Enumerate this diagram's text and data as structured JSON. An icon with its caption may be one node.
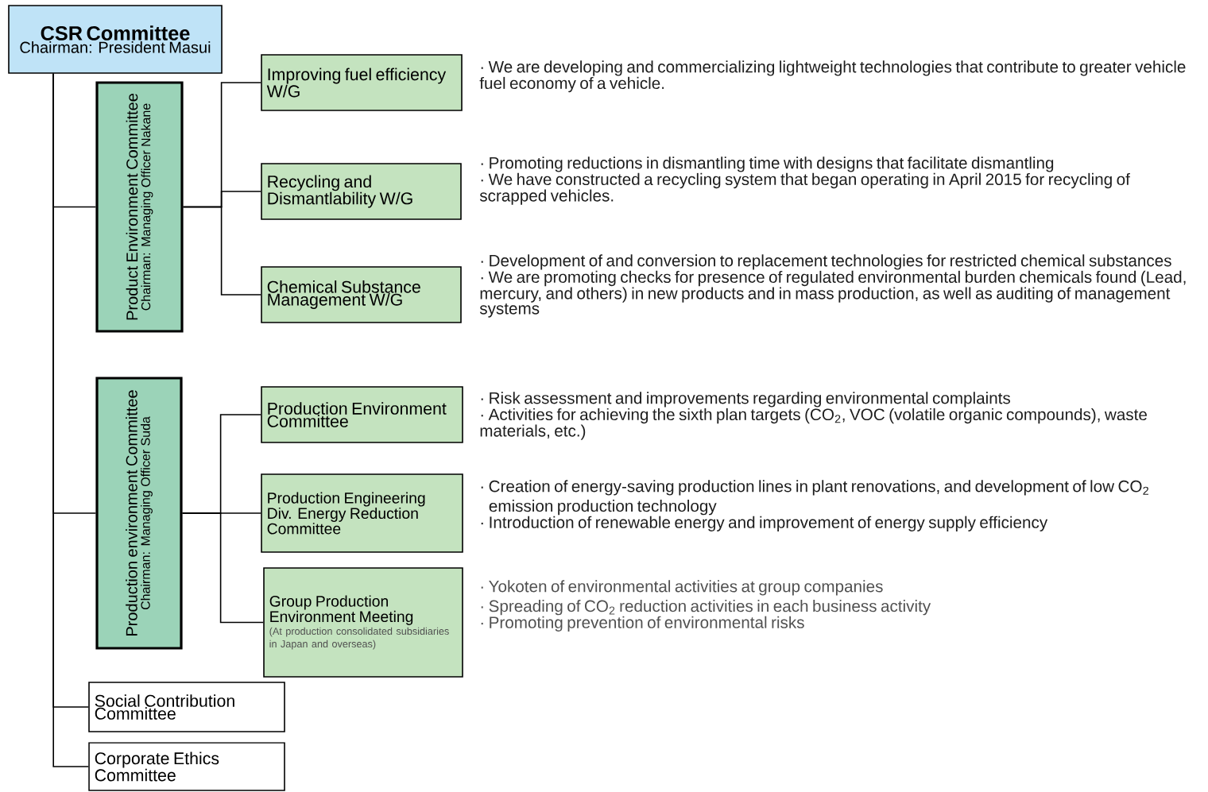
{
  "diagram": {
    "nodes": [
      {
        "text": [
          "CSR Committee",
          "Chairman: President Masui"
        ]
      },
      {
        "text": [
          "Product Environment Committee",
          "Chairman: Managing Officer Nakane"
        ]
      },
      {
        "text": [
          "Improving fuel efficiency W/G"
        ],
        "beside": [
          "· We are developing and commercializing lightweight technologies that contribute to greater vehicle fuel economy of a vehicle."
        ]
      },
      {
        "text": [
          "Recycling and Dismantlability W/G"
        ],
        "beside": [
          "· Promoting reductions in dismantling time with designs that facilitate dismantling",
          "· We have constructed a recycling system that began operating in April 2015 for recycling of scrapped vehicles."
        ]
      },
      {
        "text": [
          "Chemical Substance Management W/G"
        ],
        "beside": [
          "· Development of and conversion to replacement technologies for restricted chemical substances",
          "· We are promoting checks for presence of regulated environmental burden chemicals found (Lead, mercury, and others) in new products and in mass production, as well as auditing of management systems"
        ]
      },
      {
        "text": [
          "Production environment Committee",
          "Chairman: Managing Officer Suda"
        ]
      },
      {
        "text": [
          "Production Environment Committee"
        ],
        "beside": [
          "· Risk assessment and improvements regarding environmental complaints",
          "· Activities for achieving the sixth plan targets (CO$_{2}$, VOC (volatile organic compounds), waste materials, etc.)"
        ]
      },
      {
        "text": [
          "Production Engineering Div. Energy Reduction Committee"
        ],
        "beside": [
          "· Creation of energy-saving production lines in plant renovations, and development of low CO$_{2}$ emission production technology",
          "· Introduction of renewable energy and improvement of energy supply efficiency"
        ]
      },
      {
        "text": [
          "Group Production Environment Meeting",
          "(At production consolidated subsidiaries in Japan and overseas)"
        ],
        "beside": [
          "· Yokoten of environmental activities at group companies",
          "· Spreading of CO$_{2}$ reduction activities in each business activity",
          "· Promoting prevention of environmental risks"
        ]
      },
      {
        "text": [
          "Social Contribution Committee"
        ]
      },
      {
        "text": [
          "Corporate Ethics Committee"
        ]
      }
    ],
    "edges": [
      {
        "from": 0,
        "to": 1,
        "arrow": "none"
      },
      {
        "from": 0,
        "to": 5,
        "arrow": "none"
      },
      {
        "from": 0,
        "to": 9,
        "arrow": "none"
      },
      {
        "from": 0,
        "to": 10,
        "arrow": "none"
      },
      {
        "from": 1,
        "to": 2,
        "arrow": "none"
      },
      {
        "from": 1,
        "to": 3,
        "arrow": "none"
      },
      {
        "from": 1,
        "to": 4,
        "arrow": "none"
      },
      {
        "from": 5,
        "to": 6,
        "arrow": "none"
      },
      {
        "from": 5,
        "to": 7,
        "arrow": "none"
      },
      {
        "from": 5,
        "to": 8,
        "arrow": "none"
      }
    ]
  }
}
